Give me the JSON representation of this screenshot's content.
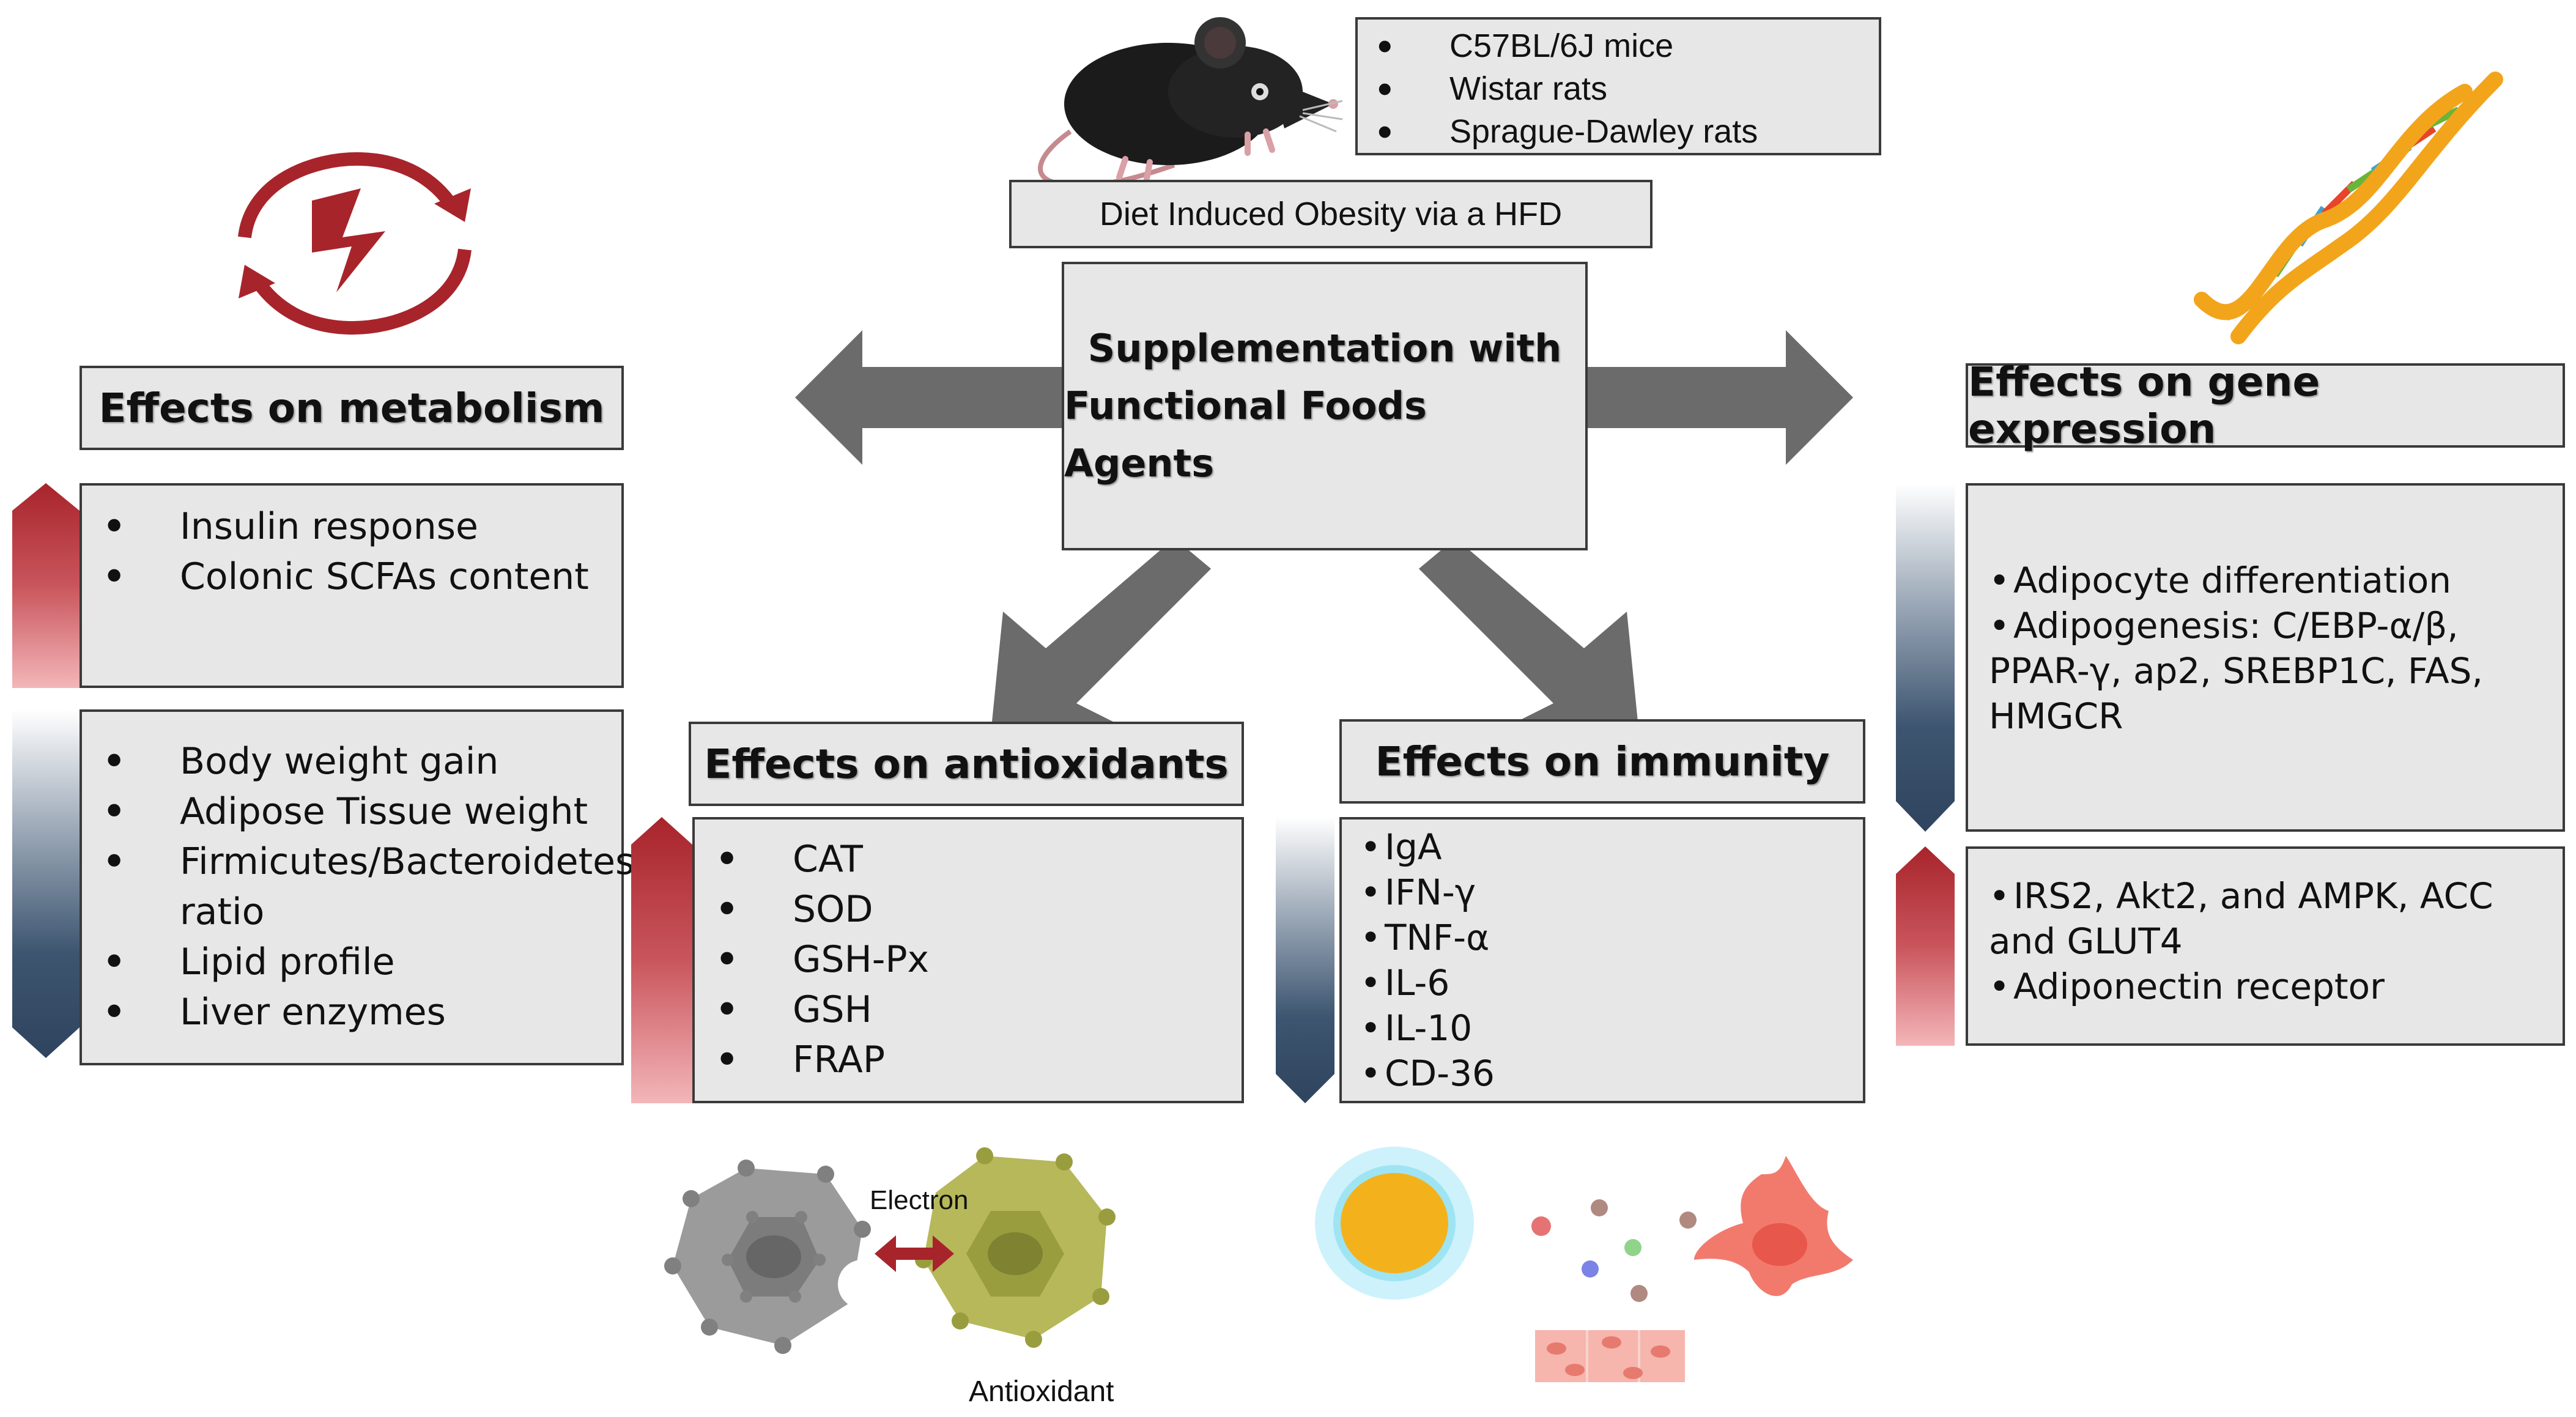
{
  "models": [
    "C57BL/6J mice",
    "Wistar rats",
    "Sprague-Dawley rats"
  ],
  "diet_label": "Diet Induced Obesity via a HFD",
  "center": {
    "line1": "Supplementation with",
    "line2": "Functional Foods Agents"
  },
  "metabolism": {
    "title": "Effects on metabolism",
    "up": [
      "Insulin response",
      "Colonic SCFAs content"
    ],
    "down": [
      "Body weight gain",
      "Adipose Tissue weight",
      "Firmicutes/Bacteroidetes",
      "ratio",
      "Lipid profile",
      "Liver enzymes"
    ]
  },
  "antioxidants": {
    "title": "Effects on antioxidants",
    "up": [
      "CAT",
      "SOD",
      "GSH-Px",
      "GSH",
      "FRAP"
    ]
  },
  "immunity": {
    "title": "Effects on immunity",
    "down": [
      "IgA",
      "IFN-γ",
      "TNF-α",
      "IL-6",
      "IL-10",
      "CD-36"
    ]
  },
  "gene": {
    "title": "Effects on gene expression",
    "down": [
      "Adipocyte differentiation",
      "Adipogenesis: C/EBP-α/β,",
      "PPAR-γ, ap2, SREBP1C, FAS,",
      "HMGCR"
    ],
    "up": [
      "IRS2, Akt2, and AMPK, ACC",
      "and GLUT4",
      "Adiponectin receptor"
    ]
  },
  "electron_label": "Electron",
  "antioxidant_label": "Antioxidant",
  "colors": {
    "up_arrow": "#a8242b",
    "down_arrow": "#2f445e",
    "big_arrow": "#6b6b6b",
    "box_fill": "#e7e7e7"
  },
  "icons": [
    "mouse-icon",
    "dna-icon",
    "metabolism-cycle-icon",
    "electron-transfer-icon",
    "immune-cells-icon"
  ]
}
